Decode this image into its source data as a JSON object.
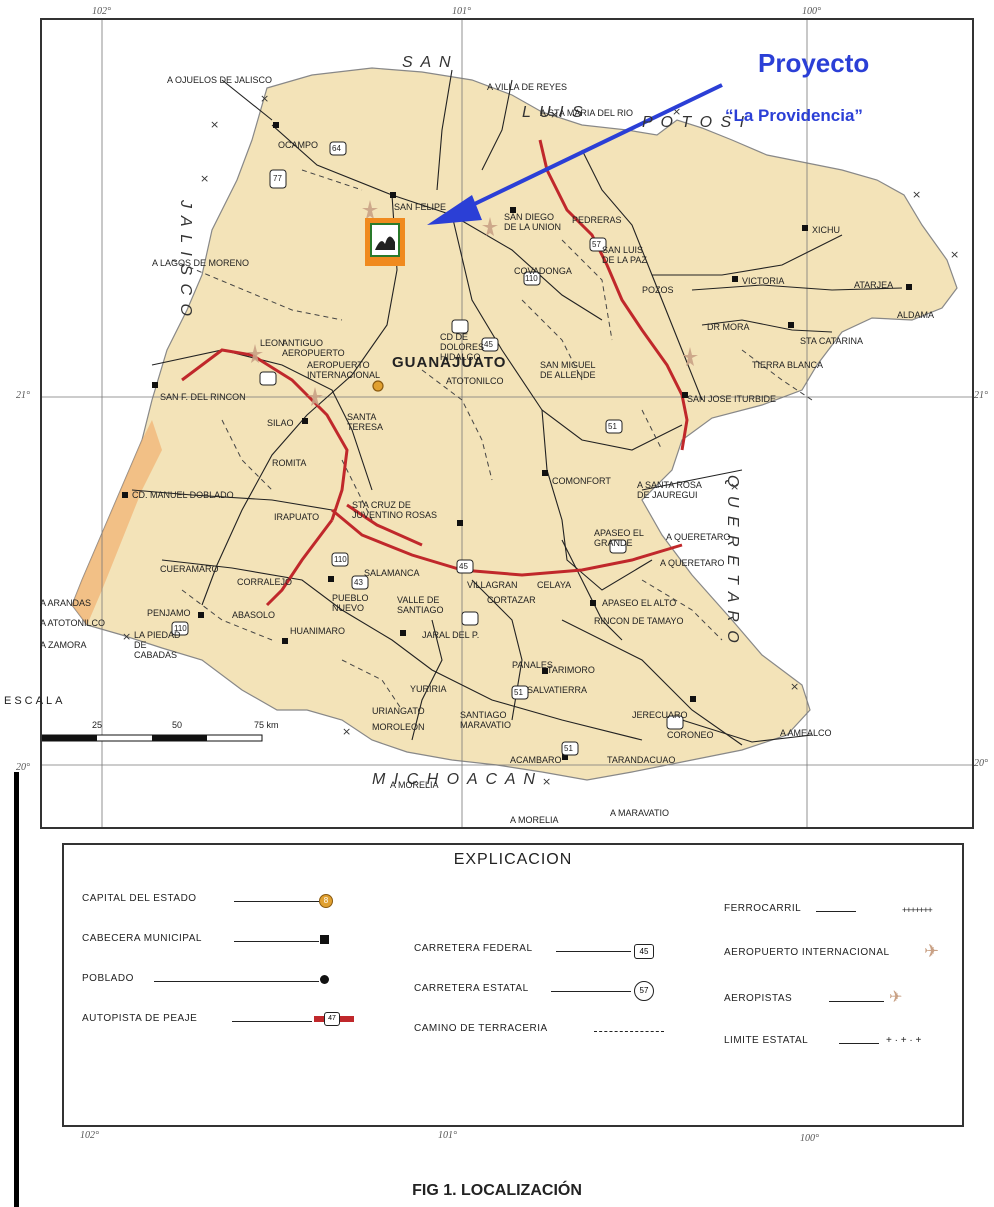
{
  "projecto": {
    "title": "Proyecto",
    "name": "“La Providencia”"
  },
  "caption": "FIG 1. LOCALIZACIÓN",
  "colors": {
    "land": "#f3e3b8",
    "autopista": "#c0282b",
    "project_marker": "#f08a1e",
    "arrow": "#2b3fd6"
  },
  "grid_labels": [
    "102°",
    "101°",
    "100°",
    "21°",
    "21°",
    "20°",
    "20°",
    "102°",
    "101°",
    "100°"
  ],
  "scale": {
    "label": "ESCALA",
    "ticks": [
      "25",
      "50",
      "75 km"
    ]
  },
  "state_label": "GUANAJUATO",
  "neighbor_states": [
    "S A N",
    "L U I S",
    "P O T O S I",
    "J A L I S C O",
    "Q U E R E T A R O",
    "M I C H O A C A N"
  ],
  "places": [
    "A OJUELOS DE JALISCO",
    "A VILLA DE REYES",
    "A STA MARIA DEL RIO",
    "OCAMPO",
    "SAN FELIPE",
    "SAN DIEGO DE LA UNION",
    "PEDRERAS",
    "SAN LUIS DE LA PAZ",
    "XICHU",
    "A LAGOS DE MORENO",
    "COVADONGA",
    "POZOS",
    "VICTORIA",
    "ATARJEA",
    "ALDAMA",
    "DR MORA",
    "STA CATARINA",
    "TIERRA BLANCA",
    "CD DE DOLORES HIDALGO",
    "LEON",
    "ANTIGUO AEROPUERTO",
    "AEROPUERTO INTERNACIONAL",
    "SAN F. DEL RINCON",
    "ATOTONILCO",
    "SAN MIGUEL DE ALLENDE",
    "SAN JOSE ITURBIDE",
    "SILAO",
    "SANTA TERESA",
    "ROMITA",
    "COMONFORT",
    "A SANTA ROSA DE JAUREGUI",
    "CD. MANUEL DOBLADO",
    "IRAPUATO",
    "STA CRUZ DE JUVENTINO ROSAS",
    "APASEO EL GRANDE",
    "A QUERETARO",
    "A QUERETARO",
    "CUERAMARO",
    "SALAMANCA",
    "VILLAGRAN",
    "CELAYA",
    "CORRALEJO",
    "PUEBLO NUEVO",
    "VALLE DE SANTIAGO",
    "CORTAZAR",
    "APASEO EL ALTO",
    "PENJAMO",
    "ABASOLO",
    "RINCON DE TAMAYO",
    "A ARANDAS",
    "A ATOTONILCO",
    "A ZAMORA",
    "LA PIEDAD DE CABADAS",
    "HUANIMARO",
    "JARAL DEL P.",
    "PANALES",
    "TARIMORO",
    "SALVATIERRA",
    "YURIRIA",
    "URIANGATO",
    "MOROLEON",
    "SANTIAGO MARAVATIO",
    "JERECUARO",
    "CORONEO",
    "A AMEALCO",
    "ACAMBARO",
    "TARANDACUAO",
    "A MORELIA",
    "A MORELIA",
    "A MARAVATIO"
  ],
  "routes": [
    "64",
    "57",
    "110",
    "45",
    "51",
    "43",
    "51",
    "77",
    "110",
    "45",
    "110",
    "51"
  ],
  "legend": {
    "title": "EXPLICACION",
    "items": [
      "CAPITAL DEL ESTADO",
      "CABECERA MUNICIPAL",
      "POBLADO",
      "AUTOPISTA DE PEAJE",
      "CARRETERA FEDERAL",
      "CARRETERA ESTATAL",
      "CAMINO DE TERRACERIA",
      "FERROCARRIL",
      "AEROPUERTO INTERNACIONAL",
      "AEROPISTAS",
      "LIMITE ESTATAL"
    ],
    "symbols": [
      "8",
      "45",
      "57",
      "47"
    ]
  }
}
